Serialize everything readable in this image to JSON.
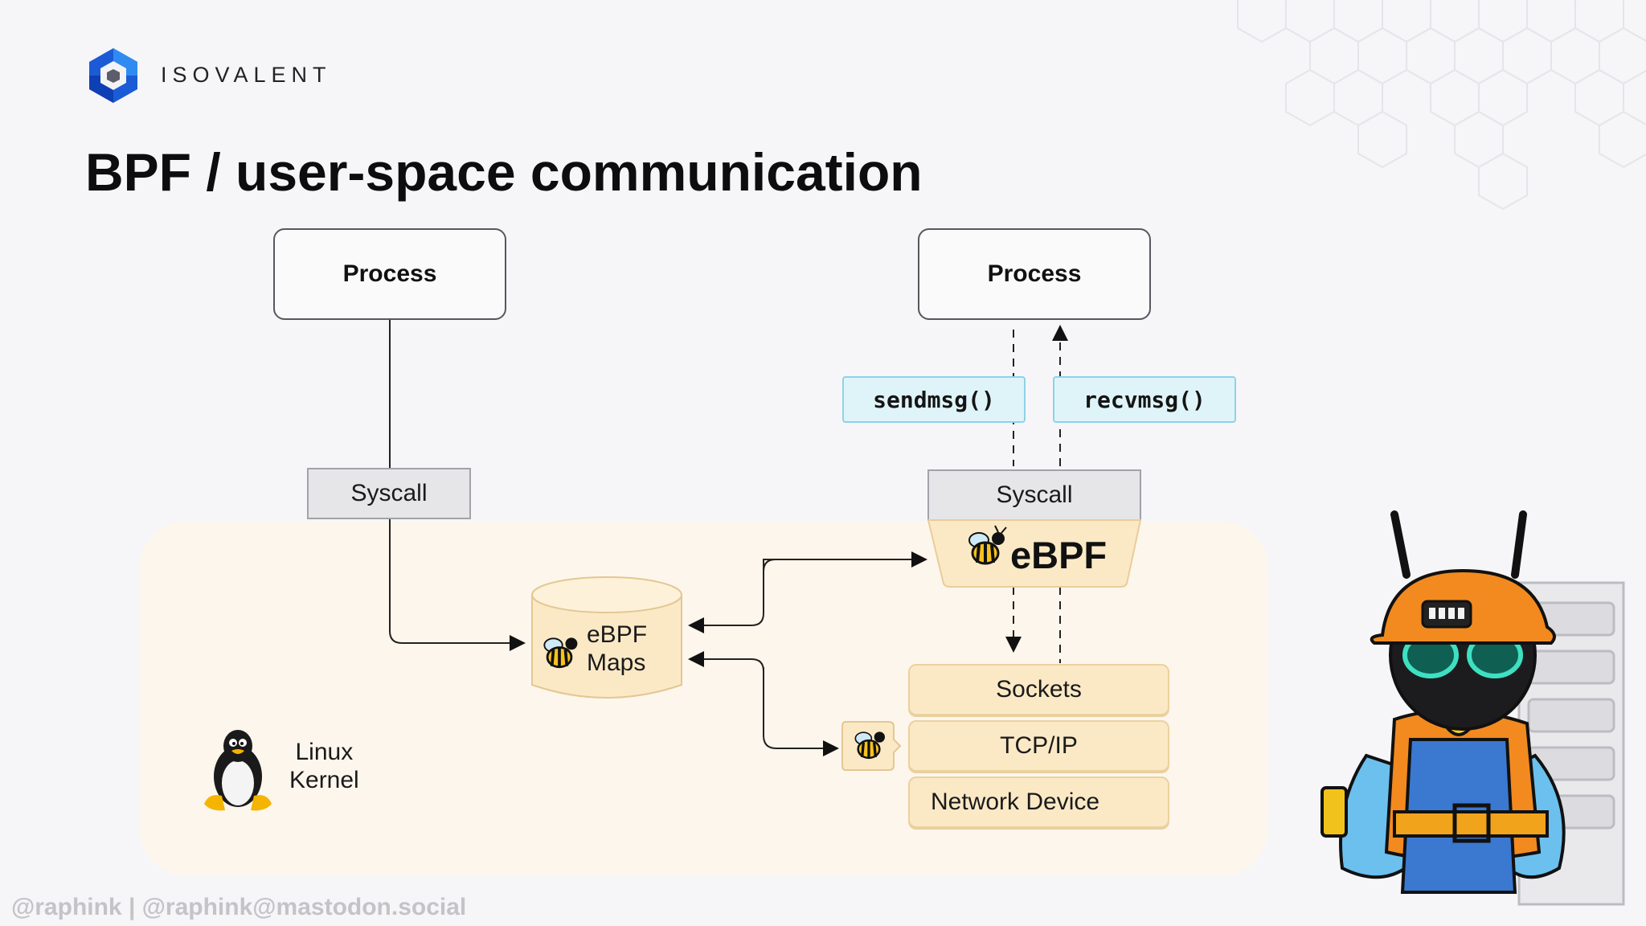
{
  "brand": {
    "name": "ISOVALENT",
    "logo_icon": "isovalent-hexagon-logo"
  },
  "slide": {
    "title": "BPF / user-space communication"
  },
  "diagram": {
    "left_process": "Process",
    "right_process": "Process",
    "left_syscall": "Syscall",
    "right_syscall": "Syscall",
    "sendmsg": "sendmsg()",
    "recvmsg": "recvmsg()",
    "ebpf_label": "eBPF",
    "maps_line1": "eBPF",
    "maps_line2": "Maps",
    "stack": [
      "Sockets",
      "TCP/IP",
      "Network Device"
    ],
    "kernel_line1": "Linux",
    "kernel_line2": "Kernel",
    "icons": [
      "bee-icon",
      "tux-penguin-icon",
      "cilium-mascot-illustration"
    ]
  },
  "colors": {
    "kernel_zone": "#fdf6ec",
    "stack_fill": "#fbe9c6",
    "function_fill": "#dff4f9",
    "function_border": "#8ed3e5",
    "syscall_fill": "#e6e6e9"
  },
  "footer": {
    "text": "@raphink | @raphink@mastodon.social"
  }
}
